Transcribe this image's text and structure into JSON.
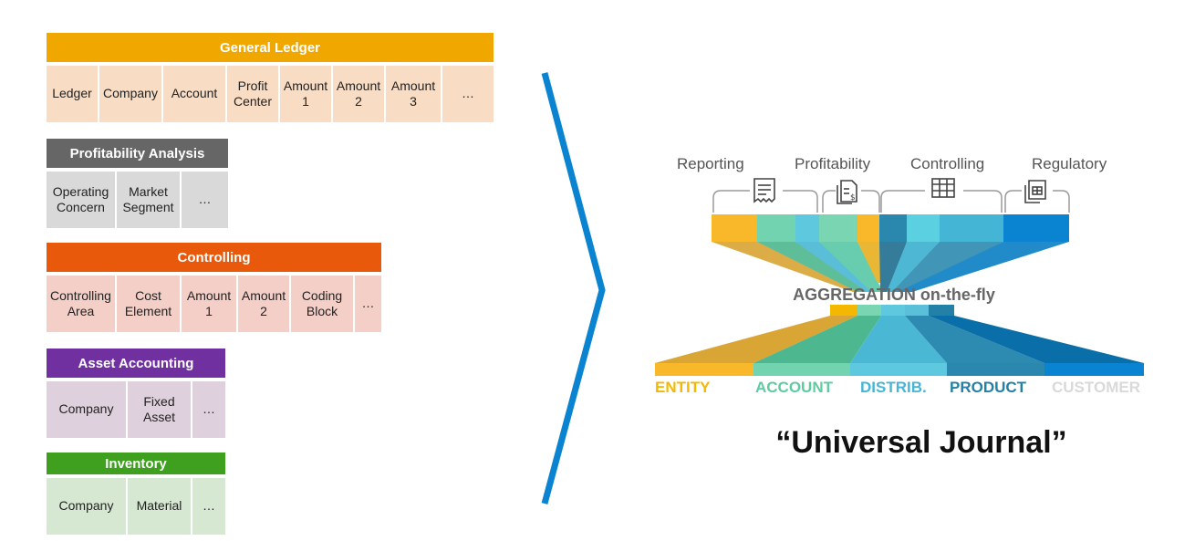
{
  "tables": [
    {
      "title": "General Ledger",
      "color": "#F0A800",
      "cell_color": "#F8DCC4",
      "cells": [
        "Ledger",
        "Company",
        "Account",
        "Profit\nCenter",
        "Amount\n1",
        "Amount\n2",
        "Amount\n3",
        "…"
      ]
    },
    {
      "title": "Profitability Analysis",
      "color": "#666666",
      "cell_color": "#D9D9D9",
      "cells": [
        "Operating\nConcern",
        "Market\nSegment",
        "…"
      ]
    },
    {
      "title": "Controlling",
      "color": "#E8590C",
      "cell_color": "#F4CFC8",
      "cells": [
        "Controlling\nArea",
        "Cost\nElement",
        "Amount\n1",
        "Amount\n2",
        "Coding\nBlock",
        "…"
      ]
    },
    {
      "title": "Asset Accounting",
      "color": "#7030A0",
      "cell_color": "#DED0DC",
      "cells": [
        "Company",
        "Fixed\nAsset",
        "…"
      ]
    },
    {
      "title": "Inventory",
      "color": "#3F9F1F",
      "cell_color": "#D6E8D2",
      "cells": [
        "Company",
        "Material",
        "…"
      ]
    }
  ],
  "top_categories": [
    {
      "label": "Reporting",
      "icon": "receipt-icon"
    },
    {
      "label": "Profitability",
      "icon": "document-dollar-icon"
    },
    {
      "label": "Controlling",
      "icon": "spreadsheet-icon"
    },
    {
      "label": "Regulatory",
      "icon": "copy-document-icon"
    }
  ],
  "aggregation_label": "AGGREGATION on-the-fly",
  "dimensions": [
    {
      "label": "ENTITY",
      "color": "#F5B800"
    },
    {
      "label": "ACCOUNT",
      "color": "#5ECBA1"
    },
    {
      "label": "DISTRIB.",
      "color": "#46B5D6"
    },
    {
      "label": "PRODUCT",
      "color": "#2380A6"
    },
    {
      "label": "CUSTOMER",
      "color": "#D9D9D9"
    }
  ],
  "title": "“Universal Journal”",
  "colors": {
    "chevron": "#0A84D0"
  }
}
